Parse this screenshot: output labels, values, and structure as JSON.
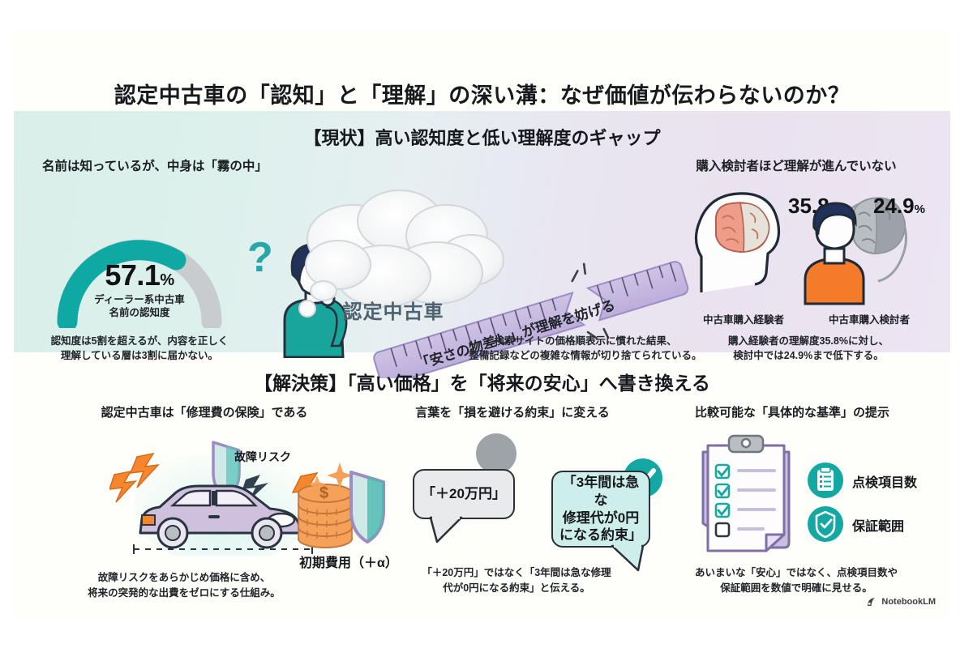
{
  "title": "認定中古車の「認知」と「理解」の深い溝：なぜ価値が伝わらないのか？",
  "current": {
    "heading": "【現状】高い認知度と低い理解度のギャップ",
    "left": {
      "subhead": "名前は知っているが、中身は「霧の中」",
      "gauge_value": "57.1",
      "gauge_unit": "%",
      "gauge_label_line1": "ディーラー系中古車",
      "gauge_label_line2": "名前の認知度",
      "caption_line1": "認知度は5割を超えるが、内容を正しく",
      "caption_line2": "理解している層は3割に届かない。",
      "thought_text": "認定中古車",
      "question_mark": "?"
    },
    "middle": {
      "ruler_label": "「安さの物差し」が理解を妨げる",
      "caption_line1": "検索サイトの価格順表示に慣れた結果、",
      "caption_line2": "整備記録などの複雑な情報が切り捨てられている。"
    },
    "right": {
      "subhead": "購入検討者ほど理解が進んでいない",
      "items": [
        {
          "value": "35.8",
          "unit": "%",
          "label": "中古車購入経験者"
        },
        {
          "value": "24.9",
          "unit": "%",
          "label": "中古車購入検討者"
        }
      ],
      "caption_line1": "購入経験者の理解度35.8%に対し、",
      "caption_line2": "検討中では24.9%まで低下する。"
    }
  },
  "solution": {
    "heading": "【解決策】「高い価格」を「将来の安心」へ書き換える",
    "columns": [
      {
        "head": "認定中古車は「修理費の保険」である",
        "risk_label": "故障リスク",
        "cost_label": "初期費用（＋α）",
        "caption_line1": "故障リスクをあらかじめ価格に含め、",
        "caption_line2": "将来の突発的な出費をゼロにする仕組み。"
      },
      {
        "head": "言葉を「損を避ける約束」に変える",
        "bubble_bad": "「＋20万円」",
        "bubble_good_line1": "「3年間は急な",
        "bubble_good_line2": "修理代が0円",
        "bubble_good_line3": "になる約束」",
        "caption_line1": "「＋20万円」ではなく「3年間は急な修理",
        "caption_line2": "代が0円になる約束」と伝える。"
      },
      {
        "head": "比較可能な「具体的な基準」の提示",
        "badge_1": "点検項目数",
        "badge_2": "保証範囲",
        "caption_line1": "あいまいな「安心」ではなく、点検項目数や",
        "caption_line2": "保証範囲を数値で明確に見せる。"
      }
    ]
  },
  "footer": {
    "brand": "NotebookLM"
  },
  "colors": {
    "teal": "#0FA9A3",
    "teal_dark": "#13968F",
    "grey_track": "#C9CCCE",
    "navy": "#1E2B50",
    "orange": "#F47B2A",
    "lavender": "#B9AEDA",
    "car_body": "#CFC0DE"
  }
}
